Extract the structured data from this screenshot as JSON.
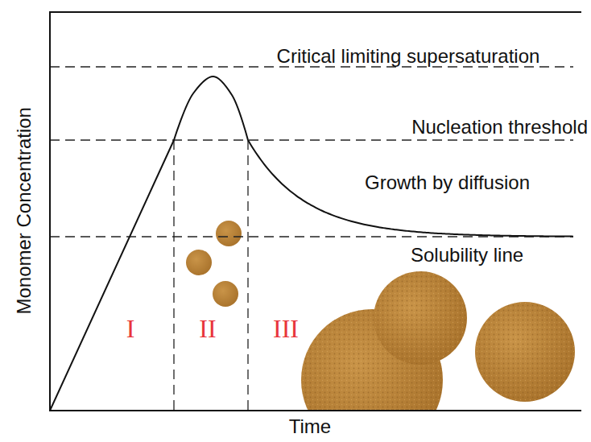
{
  "diagram": {
    "labels": [
      "Critical limiting supersaturation",
      "Nucleation threshold",
      "Growth by diffusion",
      "Solubility line",
      "I",
      "II",
      "III",
      "Monomer Concentration",
      "Time"
    ]
  }
}
